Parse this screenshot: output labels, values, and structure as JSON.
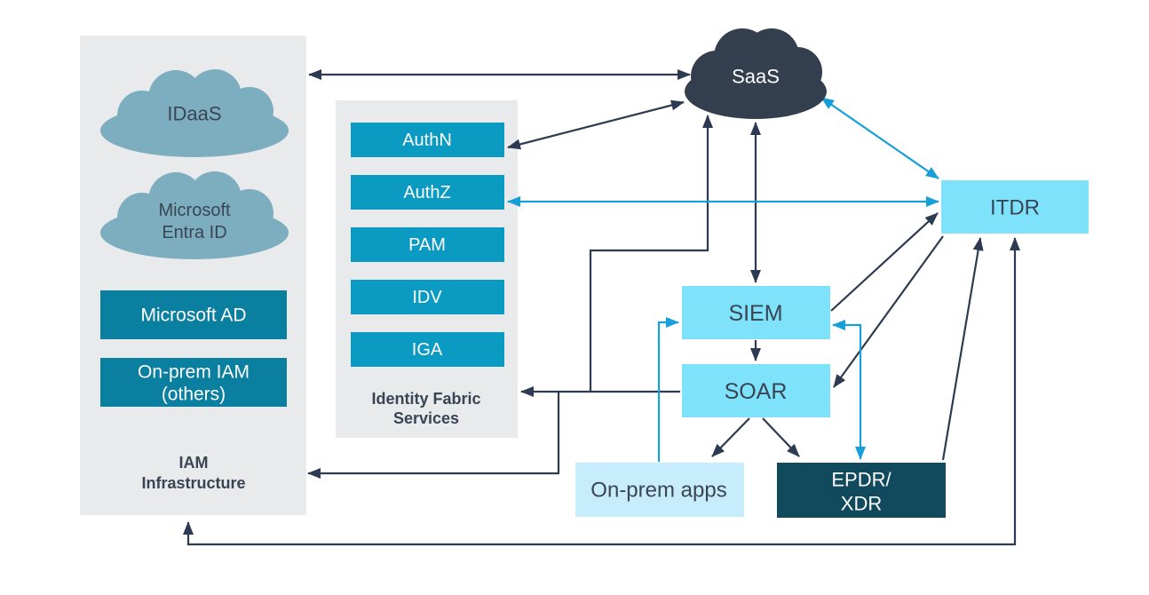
{
  "nodes": {
    "idaas": {
      "label": "IDaaS"
    },
    "entra": {
      "line1": "Microsoft",
      "line2": "Entra ID"
    },
    "ms_ad": {
      "label": "Microsoft AD"
    },
    "onprem_iam": {
      "line1": "On-prem IAM",
      "line2": "(others)"
    },
    "iam_panel": {
      "line1": "IAM",
      "line2": "Infrastructure"
    },
    "authn": {
      "label": "AuthN"
    },
    "authz": {
      "label": "AuthZ"
    },
    "pam": {
      "label": "PAM"
    },
    "idv": {
      "label": "IDV"
    },
    "iga": {
      "label": "IGA"
    },
    "fabric_panel": {
      "line1": "Identity Fabric",
      "line2": "Services"
    },
    "saas": {
      "label": "SaaS"
    },
    "itdr": {
      "label": "ITDR"
    },
    "siem": {
      "label": "SIEM"
    },
    "soar": {
      "label": "SOAR"
    },
    "onprem_apps": {
      "label": "On-prem apps"
    },
    "epdr": {
      "line1": "EPDR/",
      "line2": "XDR"
    }
  },
  "colors": {
    "arrow_dark": "#2c3b52",
    "arrow_cyan": "#169fd8",
    "panel_bg": "#e9eaec",
    "cloud_blue": "#7caebf",
    "cloud_dark": "#333e4e",
    "teal_dark": "#0a7f9f",
    "teal": "#0b9ac2",
    "cyan_light": "#7ee3fa",
    "cyan_pale": "#c7ecfb",
    "navy_teal": "#11495d"
  },
  "connections": [
    {
      "from": "IAM Infrastructure",
      "to": "SaaS",
      "direction": "both",
      "color": "dark"
    },
    {
      "from": "AuthN",
      "to": "SaaS",
      "direction": "both",
      "color": "dark"
    },
    {
      "from": "SaaS",
      "to": "SIEM",
      "direction": "both",
      "color": "dark"
    },
    {
      "from": "SaaS",
      "to": "ITDR",
      "direction": "both",
      "color": "cyan"
    },
    {
      "from": "AuthZ",
      "to": "ITDR",
      "direction": "both",
      "color": "cyan"
    },
    {
      "from": "SIEM",
      "to": "ITDR",
      "direction": "forward",
      "color": "dark"
    },
    {
      "from": "ITDR",
      "to": "SOAR",
      "direction": "forward",
      "color": "dark"
    },
    {
      "from": "SIEM",
      "to": "SOAR",
      "direction": "forward",
      "color": "dark"
    },
    {
      "from": "SOAR",
      "to": "On-prem apps",
      "direction": "forward",
      "color": "dark"
    },
    {
      "from": "SOAR",
      "to": "EPDR/XDR",
      "direction": "forward",
      "color": "dark"
    },
    {
      "from": "SOAR",
      "to": "Identity Fabric Services",
      "direction": "forward",
      "color": "dark"
    },
    {
      "from": "SOAR",
      "to": "SaaS",
      "direction": "forward",
      "color": "dark"
    },
    {
      "from": "SOAR",
      "to": "IAM Infrastructure",
      "direction": "forward",
      "color": "dark"
    },
    {
      "from": "EPDR/XDR",
      "to": "ITDR",
      "direction": "forward",
      "color": "dark"
    },
    {
      "from": "ITDR",
      "to": "IAM Infrastructure",
      "direction": "both",
      "color": "dark"
    },
    {
      "from": "On-prem apps",
      "to": "SIEM",
      "direction": "forward",
      "color": "cyan"
    },
    {
      "from": "SIEM",
      "to": "EPDR/XDR",
      "direction": "both",
      "color": "cyan"
    }
  ]
}
